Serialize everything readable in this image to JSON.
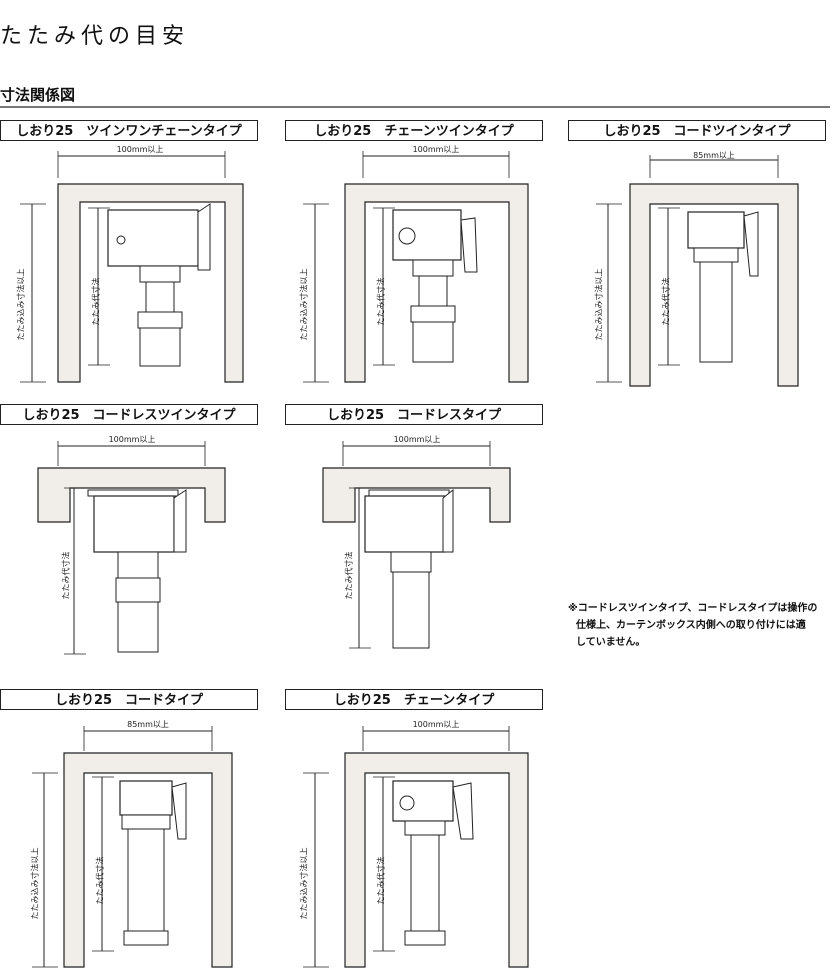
{
  "page": {
    "title": "たたみ代の目安"
  },
  "section": {
    "title": "寸法関係図"
  },
  "panels": [
    {
      "title": "しおり25　ツインワンチェーンタイプ",
      "width_label": "100mm以上",
      "outer_label": "たたみ込み寸法以上",
      "inner_label": "たたみ代寸法"
    },
    {
      "title": "しおり25　チェーンツインタイプ",
      "width_label": "100mm以上",
      "outer_label": "たたみ込み寸法以上",
      "inner_label": "たたみ代寸法"
    },
    {
      "title": "しおり25　コードツインタイプ",
      "width_label": "85mm以上",
      "outer_label": "たたみ込み寸法以上",
      "inner_label": "たたみ代寸法"
    },
    {
      "title": "しおり25　コードレスツインタイプ",
      "width_label": "100mm以上",
      "inner_label": "たたみ代寸法"
    },
    {
      "title": "しおり25　コードレスタイプ",
      "width_label": "100mm以上",
      "inner_label": "たたみ代寸法"
    },
    {
      "title": "しおり25　コードタイプ",
      "width_label": "85mm以上",
      "outer_label": "たたみ込み寸法以上",
      "inner_label": "たたみ代寸法"
    },
    {
      "title": "しおり25　チェーンタイプ",
      "width_label": "100mm以上",
      "outer_label": "たたみ込み寸法以上",
      "inner_label": "たたみ代寸法"
    }
  ],
  "note": {
    "line1": "※コードレスツインタイプ、コードレスタイプは操作の",
    "line2": "仕様上、カーテンボックス内側への取り付けには適",
    "line3": "していません。"
  }
}
